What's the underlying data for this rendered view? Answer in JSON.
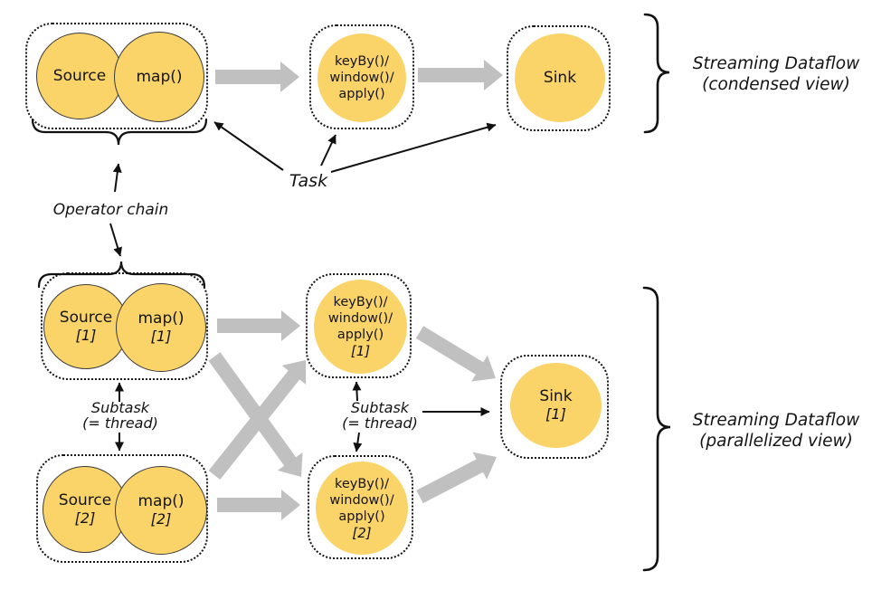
{
  "colors": {
    "node_fill": "#FAD469",
    "node_stroke": "#3b3b3b",
    "flow_arrow": "#C0C0C0",
    "annotation_line": "#111111"
  },
  "condensed_view": {
    "source": "Source",
    "map": "map()",
    "keyby": [
      "keyBy()/",
      "window()/",
      "apply()"
    ],
    "sink": "Sink",
    "caption": [
      "Streaming Dataflow",
      "(condensed view)"
    ]
  },
  "parallel_view": {
    "source1": [
      "Source",
      "[1]"
    ],
    "map1": [
      "map()",
      "[1]"
    ],
    "source2": [
      "Source",
      "[2]"
    ],
    "map2": [
      "map()",
      "[2]"
    ],
    "keyby1": [
      "keyBy()/",
      "window()/",
      "apply()",
      "[1]"
    ],
    "keyby2": [
      "keyBy()/",
      "window()/",
      "apply()",
      "[2]"
    ],
    "sink1": [
      "Sink",
      "[1]"
    ],
    "caption": [
      "Streaming Dataflow",
      "(parallelized view)"
    ]
  },
  "labels": {
    "task": "Task",
    "operator_chain": "Operator chain",
    "subtask_left": [
      "Subtask",
      "(= thread)"
    ],
    "subtask_middle": [
      "Subtask",
      "(= thread)"
    ]
  }
}
